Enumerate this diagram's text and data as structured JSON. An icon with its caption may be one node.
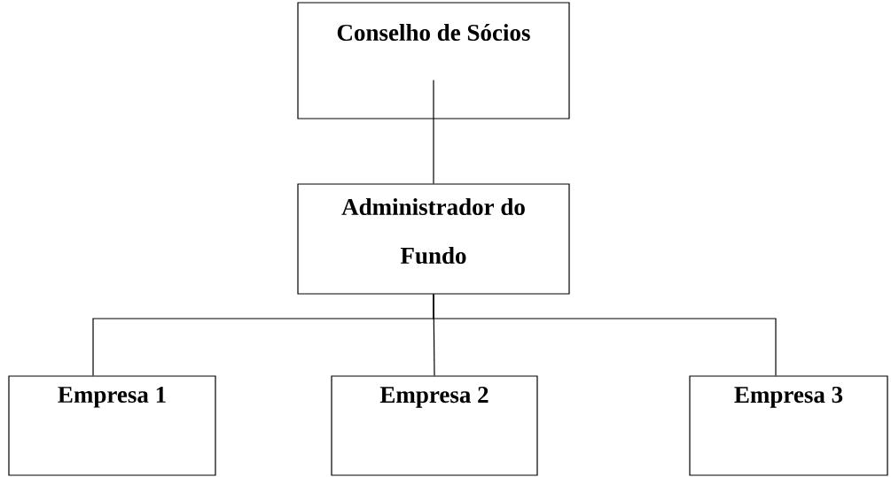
{
  "diagram": {
    "nodes": [
      {
        "text": [
          "Conselho de Sócios"
        ]
      },
      {
        "text": [
          "Administrador do Fundo"
        ]
      },
      {
        "text": [
          "Empresa 1"
        ]
      },
      {
        "text": [
          "Empresa 2"
        ]
      },
      {
        "text": [
          "Empresa 3"
        ]
      }
    ],
    "edges": [
      {
        "from": 0,
        "to": 1,
        "arrow": "none"
      },
      {
        "from": 1,
        "to": 2,
        "arrow": "none"
      },
      {
        "from": 1,
        "to": 3,
        "arrow": "none"
      },
      {
        "from": 1,
        "to": 4,
        "arrow": "none"
      }
    ]
  }
}
